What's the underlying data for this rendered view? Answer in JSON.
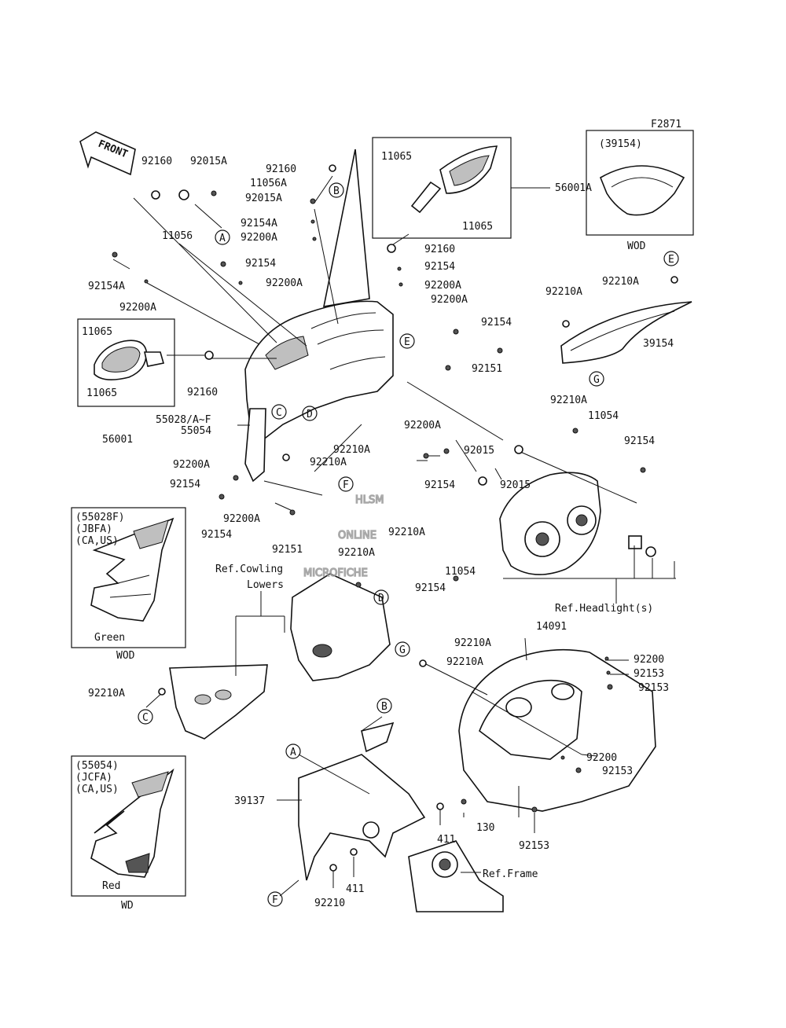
{
  "figure_code": "F2871",
  "front_label": "FRONT",
  "watermark": [
    "HLSM",
    "ONLINE",
    "MICROFICHE"
  ],
  "reference_labels": {
    "cowling_lowers": [
      "Ref.Cowling",
      "Lowers"
    ],
    "headlights": "Ref.Headlight(s)",
    "frame": "Ref.Frame"
  },
  "callout_letters": [
    "A",
    "B",
    "C",
    "D",
    "E",
    "F",
    "G"
  ],
  "insets": {
    "windshield": {
      "code": "(39154)",
      "variant": "WOD"
    },
    "mirror_left": {
      "part": "56001",
      "screws": "11065"
    },
    "mirror_right": {
      "part": "56001A"
    },
    "green_cowl": {
      "lines": [
        "(55028F)",
        "(JBFA)",
        "(CA,US)"
      ],
      "color": "Green",
      "variant": "WOD"
    },
    "red_cowl": {
      "lines": [
        "(55054)",
        "(JCFA)",
        "(CA,US)"
      ],
      "color": "Red",
      "variant": "WD"
    }
  },
  "parts": [
    {
      "number": "92160"
    },
    {
      "number": "92015A"
    },
    {
      "number": "11056"
    },
    {
      "number": "92160"
    },
    {
      "number": "11056A"
    },
    {
      "number": "92015A"
    },
    {
      "number": "92154A"
    },
    {
      "number": "92200A"
    },
    {
      "number": "92154"
    },
    {
      "number": "92200A"
    },
    {
      "number": "92154A"
    },
    {
      "number": "92200A"
    },
    {
      "number": "11065"
    },
    {
      "number": "11065"
    },
    {
      "number": "56001A"
    },
    {
      "number": "92160"
    },
    {
      "number": "92154"
    },
    {
      "number": "92200A"
    },
    {
      "number": "92200A"
    },
    {
      "number": "92154"
    },
    {
      "number": "92151"
    },
    {
      "number": "11065"
    },
    {
      "number": "11065"
    },
    {
      "number": "92160"
    },
    {
      "number": "56001"
    },
    {
      "number": "55028/A~F"
    },
    {
      "number": "55054"
    },
    {
      "number": "92210A"
    },
    {
      "number": "92210A"
    },
    {
      "number": "39154"
    },
    {
      "number": "92210A"
    },
    {
      "number": "92200A"
    },
    {
      "number": "92200A"
    },
    {
      "number": "92210A"
    },
    {
      "number": "92154"
    },
    {
      "number": "92200A"
    },
    {
      "number": "92154"
    },
    {
      "number": "92151"
    },
    {
      "number": "92210A"
    },
    {
      "number": "11054"
    },
    {
      "number": "92154"
    },
    {
      "number": "92015"
    },
    {
      "number": "92015"
    },
    {
      "number": "92154"
    },
    {
      "number": "92210A"
    },
    {
      "number": "92210A"
    },
    {
      "number": "11054"
    },
    {
      "number": "92154"
    },
    {
      "number": "92210A"
    },
    {
      "number": "14091"
    },
    {
      "number": "92210A"
    },
    {
      "number": "92200"
    },
    {
      "number": "92153"
    },
    {
      "number": "92153"
    },
    {
      "number": "92210A"
    },
    {
      "number": "92200"
    },
    {
      "number": "92153"
    },
    {
      "number": "39137"
    },
    {
      "number": "411"
    },
    {
      "number": "130"
    },
    {
      "number": "92153"
    },
    {
      "number": "92210"
    },
    {
      "number": "411"
    }
  ]
}
